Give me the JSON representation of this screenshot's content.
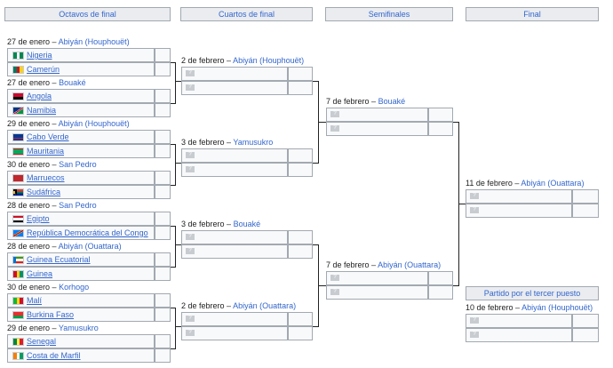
{
  "headers": {
    "octavos": "Octavos de final",
    "cuartos": "Cuartos de final",
    "semis": "Semifinales",
    "final": "Final",
    "tercer": "Partido por el tercer puesto"
  },
  "placeholder": "?",
  "octavos": [
    {
      "date": "27 de enero –",
      "venue": "Abiyán (Houphouët)",
      "teams": [
        {
          "name": "Nigeria",
          "flag": "nigeria-flag-icon"
        },
        {
          "name": "Camerún",
          "flag": "cameroon-flag-icon"
        }
      ]
    },
    {
      "date": "27 de enero –",
      "venue": "Bouaké",
      "teams": [
        {
          "name": "Angola",
          "flag": "angola-flag-icon"
        },
        {
          "name": "Namibia",
          "flag": "namibia-flag-icon"
        }
      ]
    },
    {
      "date": "29 de enero –",
      "venue": "Abiyán (Houphouët)",
      "teams": [
        {
          "name": "Cabo Verde",
          "flag": "cape-verde-flag-icon"
        },
        {
          "name": "Mauritania",
          "flag": "mauritania-flag-icon"
        }
      ]
    },
    {
      "date": "30 de enero –",
      "venue": "San Pedro",
      "teams": [
        {
          "name": "Marruecos",
          "flag": "morocco-flag-icon"
        },
        {
          "name": "Sudáfrica",
          "flag": "south-africa-flag-icon"
        }
      ]
    },
    {
      "date": "28 de enero –",
      "venue": "San Pedro",
      "teams": [
        {
          "name": "Egipto",
          "flag": "egypt-flag-icon"
        },
        {
          "name": "República Democrática del Congo",
          "flag": "dr-congo-flag-icon"
        }
      ]
    },
    {
      "date": "28 de enero –",
      "venue": "Abiyán (Ouattara)",
      "teams": [
        {
          "name": "Guinea Ecuatorial",
          "flag": "equatorial-guinea-flag-icon"
        },
        {
          "name": "Guinea",
          "flag": "guinea-flag-icon"
        }
      ]
    },
    {
      "date": "30 de enero –",
      "venue": "Korhogo",
      "teams": [
        {
          "name": "Malí",
          "flag": "mali-flag-icon"
        },
        {
          "name": "Burkina Faso",
          "flag": "burkina-faso-flag-icon"
        }
      ]
    },
    {
      "date": "29 de enero –",
      "venue": "Yamusukro",
      "teams": [
        {
          "name": "Senegal",
          "flag": "senegal-flag-icon"
        },
        {
          "name": "Costa de Marfil",
          "flag": "ivory-coast-flag-icon"
        }
      ]
    }
  ],
  "cuartos": [
    {
      "date": "2 de febrero –",
      "venue": "Abiyán (Houphouët)"
    },
    {
      "date": "3 de febrero –",
      "venue": "Yamusukro"
    },
    {
      "date": "3 de febrero –",
      "venue": "Bouaké"
    },
    {
      "date": "2 de febrero –",
      "venue": "Abiyán (Ouattara)"
    }
  ],
  "semis": [
    {
      "date": "7 de febrero –",
      "venue": "Bouaké"
    },
    {
      "date": "7 de febrero –",
      "venue": "Abiyán (Ouattara)"
    }
  ],
  "final": {
    "date": "11 de febrero –",
    "venue": "Abiyán (Ouattara)"
  },
  "tercer": {
    "date": "10 de febrero –",
    "venue": "Abiyán (Houphouët)"
  }
}
